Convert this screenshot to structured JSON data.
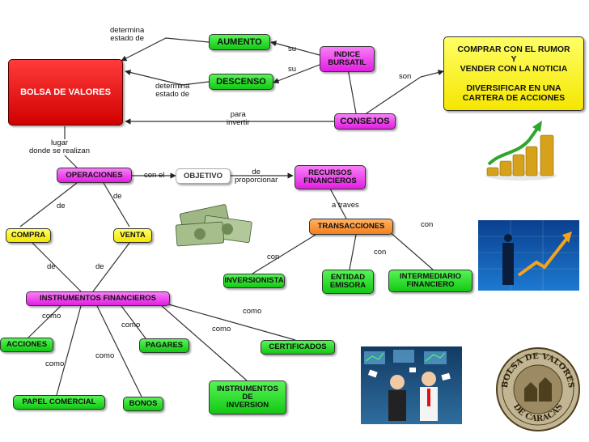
{
  "nodes": {
    "bolsa": "BOLSA DE VALORES",
    "aumento": "AUMENTO",
    "descenso": "DESCENSO",
    "indice": "INDICE\nBURSATIL",
    "consejos": "CONSEJOS",
    "consejo_text": "COMPRAR CON EL RUMOR\nY\nVENDER CON LA NOTICIA\n\nDIVERSIFICAR EN UNA\nCARTERA DE ACCIONES",
    "operaciones": "OPERACIONES",
    "objetivo": "OBJETIVO",
    "recursos": "RECURSOS\nFINANCIEROS",
    "compra": "COMPRA",
    "venta": "VENTA",
    "transacciones": "TRANSACCIONES",
    "inversionista": "INVERSIONISTA",
    "entidad": "ENTIDAD\nEMISORA",
    "intermediario": "INTERMEDIARIO\nFINANCIERO",
    "instrumentos_fin": "INSTRUMENTOS FINANCIEROS",
    "acciones": "ACCIONES",
    "pagares": "PAGARES",
    "certificados": "CERTIFICADOS",
    "papel": "PAPEL COMERCIAL",
    "bonos": "BONOS",
    "instrumentos_inv": "INSTRUMENTOS\nDE\nINVERSION"
  },
  "labels": {
    "determina_top": "determina\nestado de",
    "su_1": "su",
    "su_2": "su",
    "determina_bottom": "determina\nestado de",
    "son": "son",
    "para_invertir": "para\ninvertir",
    "lugar": "lugar\ndonde se realizan",
    "con_el": "con el",
    "de_proporcionar": "de\nproporcionar",
    "a_traves": "a traves",
    "de_compra": "de",
    "de_venta": "de",
    "con_inv": "con",
    "con_ent": "con",
    "con_int": "con",
    "de_l": "de",
    "de_r": "de",
    "como_acc": "como",
    "como_pag": "como",
    "como_cert": "como",
    "como_papel": "como",
    "como_bonos": "como",
    "como_inst": "como"
  },
  "images": {
    "seal_top": "BOLSA DE VALORES",
    "seal_bottom": "DE CARACAS"
  },
  "colors": {
    "green": "#22d022",
    "magenta": "#e83ee8",
    "yellow": "#ffee00",
    "orange": "#f5902c",
    "red": "#ee0000",
    "line": "#333333"
  }
}
